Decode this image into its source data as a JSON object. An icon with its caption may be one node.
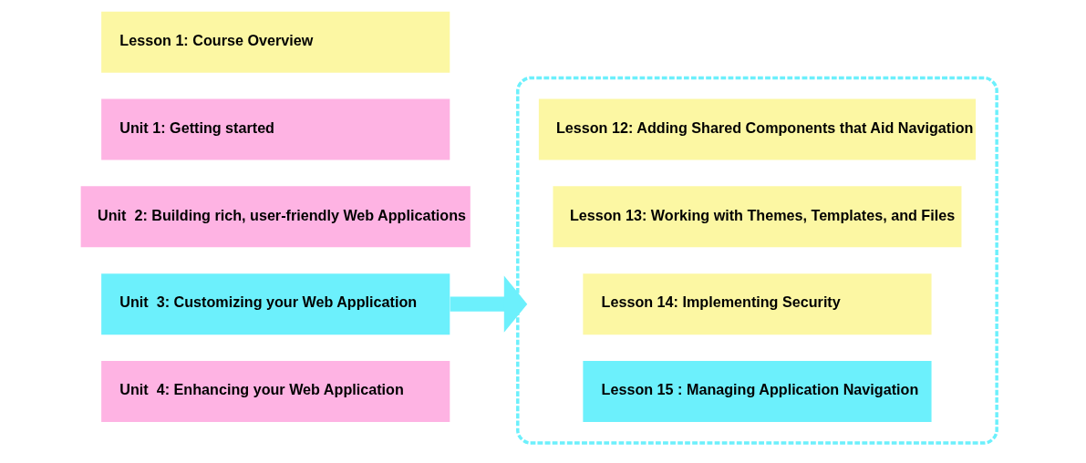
{
  "diagram": {
    "nodes": [
      {
        "text": [
          "Lesson 1: Course Overview"
        ]
      },
      {
        "text": [
          "Unit 1: Getting started"
        ]
      },
      {
        "text": [
          "Unit  2: Building rich, user-friendly Web Applications"
        ]
      },
      {
        "text": [
          "Unit  3: Customizing your Web Application"
        ]
      },
      {
        "text": [
          "Unit  4: Enhancing your Web Application"
        ]
      },
      {
        "text": [],
        "shape": "box"
      },
      {
        "text": [
          "Lesson 12: Adding Shared Components that Aid Navigation"
        ],
        "in": 5
      },
      {
        "text": [
          "Lesson 13: Working with Themes, Templates, and Files"
        ],
        "in": 5
      },
      {
        "text": [
          "Lesson 14: Implementing Security"
        ],
        "in": 5
      },
      {
        "text": [
          "Lesson 15 : Managing Application Navigation"
        ],
        "in": 5
      }
    ],
    "edges": [
      {
        "from": 3,
        "to": 5,
        "arrow": "to"
      }
    ]
  }
}
